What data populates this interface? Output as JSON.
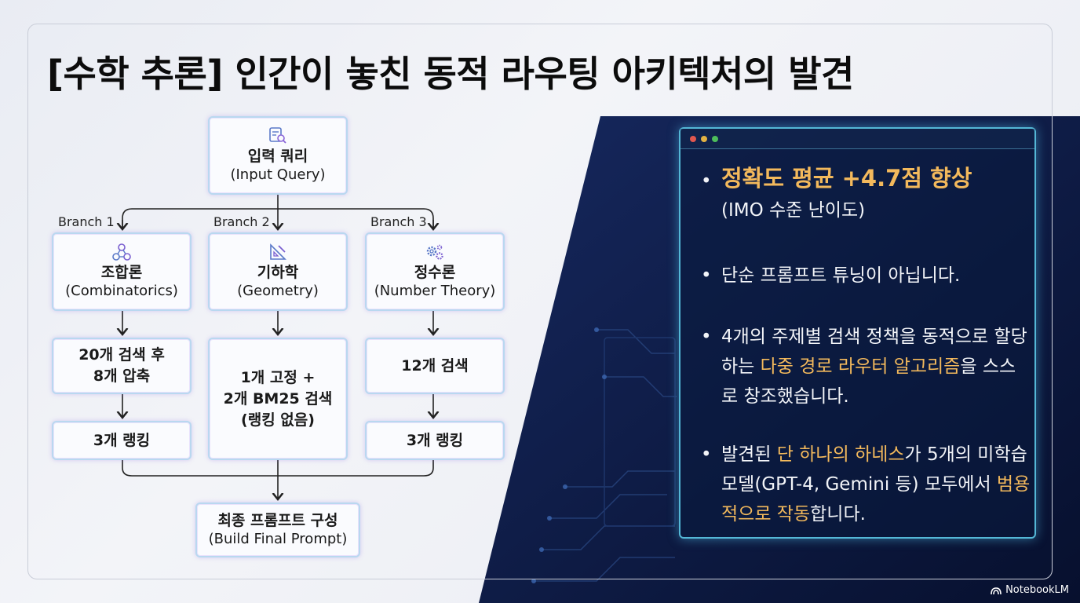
{
  "title": "[수학 추론] 인간이 놓친 동적 라우팅 아키텍처의 발견",
  "flow": {
    "input": {
      "ko": "입력 쿼리",
      "en": "(Input Query)",
      "icon": "search-document-icon"
    },
    "branches": [
      {
        "label": "Branch 1",
        "ko": "조합론",
        "en": "(Combinatorics)",
        "icon": "network-nodes-icon",
        "step1": "20개 검색 후\n8개 압축",
        "step2": "3개 랭킹"
      },
      {
        "label": "Branch 2",
        "ko": "기하학",
        "en": "(Geometry)",
        "icon": "triangle-ruler-icon",
        "step1": "1개 고정 +\n2개 BM25 검색\n(랭킹 없음)"
      },
      {
        "label": "Branch 3",
        "ko": "정수론",
        "en": "(Number Theory)",
        "icon": "gears-icon",
        "step1": "12개 검색",
        "step2": "3개 랭킹"
      }
    ],
    "output": {
      "ko": "최종 프롬프트 구성",
      "en": "(Build Final Prompt)"
    }
  },
  "panel": {
    "b1": {
      "highlight": "정확도 평균 +4.7점 향상",
      "rest": "(IMO 수준 난이도)"
    },
    "b2": {
      "text": "단순 프롬프트 튜닝이 아닙니다."
    },
    "b3": {
      "pre": "4개의 주제별 검색 정책을 동적으로 할당하는 ",
      "hl": "다중 경로 라우터 알고리즘",
      "post": "을 스스로 창조했습니다."
    },
    "b4": {
      "pre": "발견된 ",
      "hl1": "단 하나의 하네스",
      "mid": "가 5개의 미학습 모델(GPT-4, Gemini 등) 모두에서 ",
      "hl2": "범용적으로 작동",
      "post": "합니다."
    },
    "bullet_char": "•"
  },
  "brand": "NotebookLM",
  "colors": {
    "highlight": "#f3b95c",
    "node_border": "#b9d8f0",
    "panel_border": "#54b7d6",
    "dark_bg": "#0d1a45"
  }
}
